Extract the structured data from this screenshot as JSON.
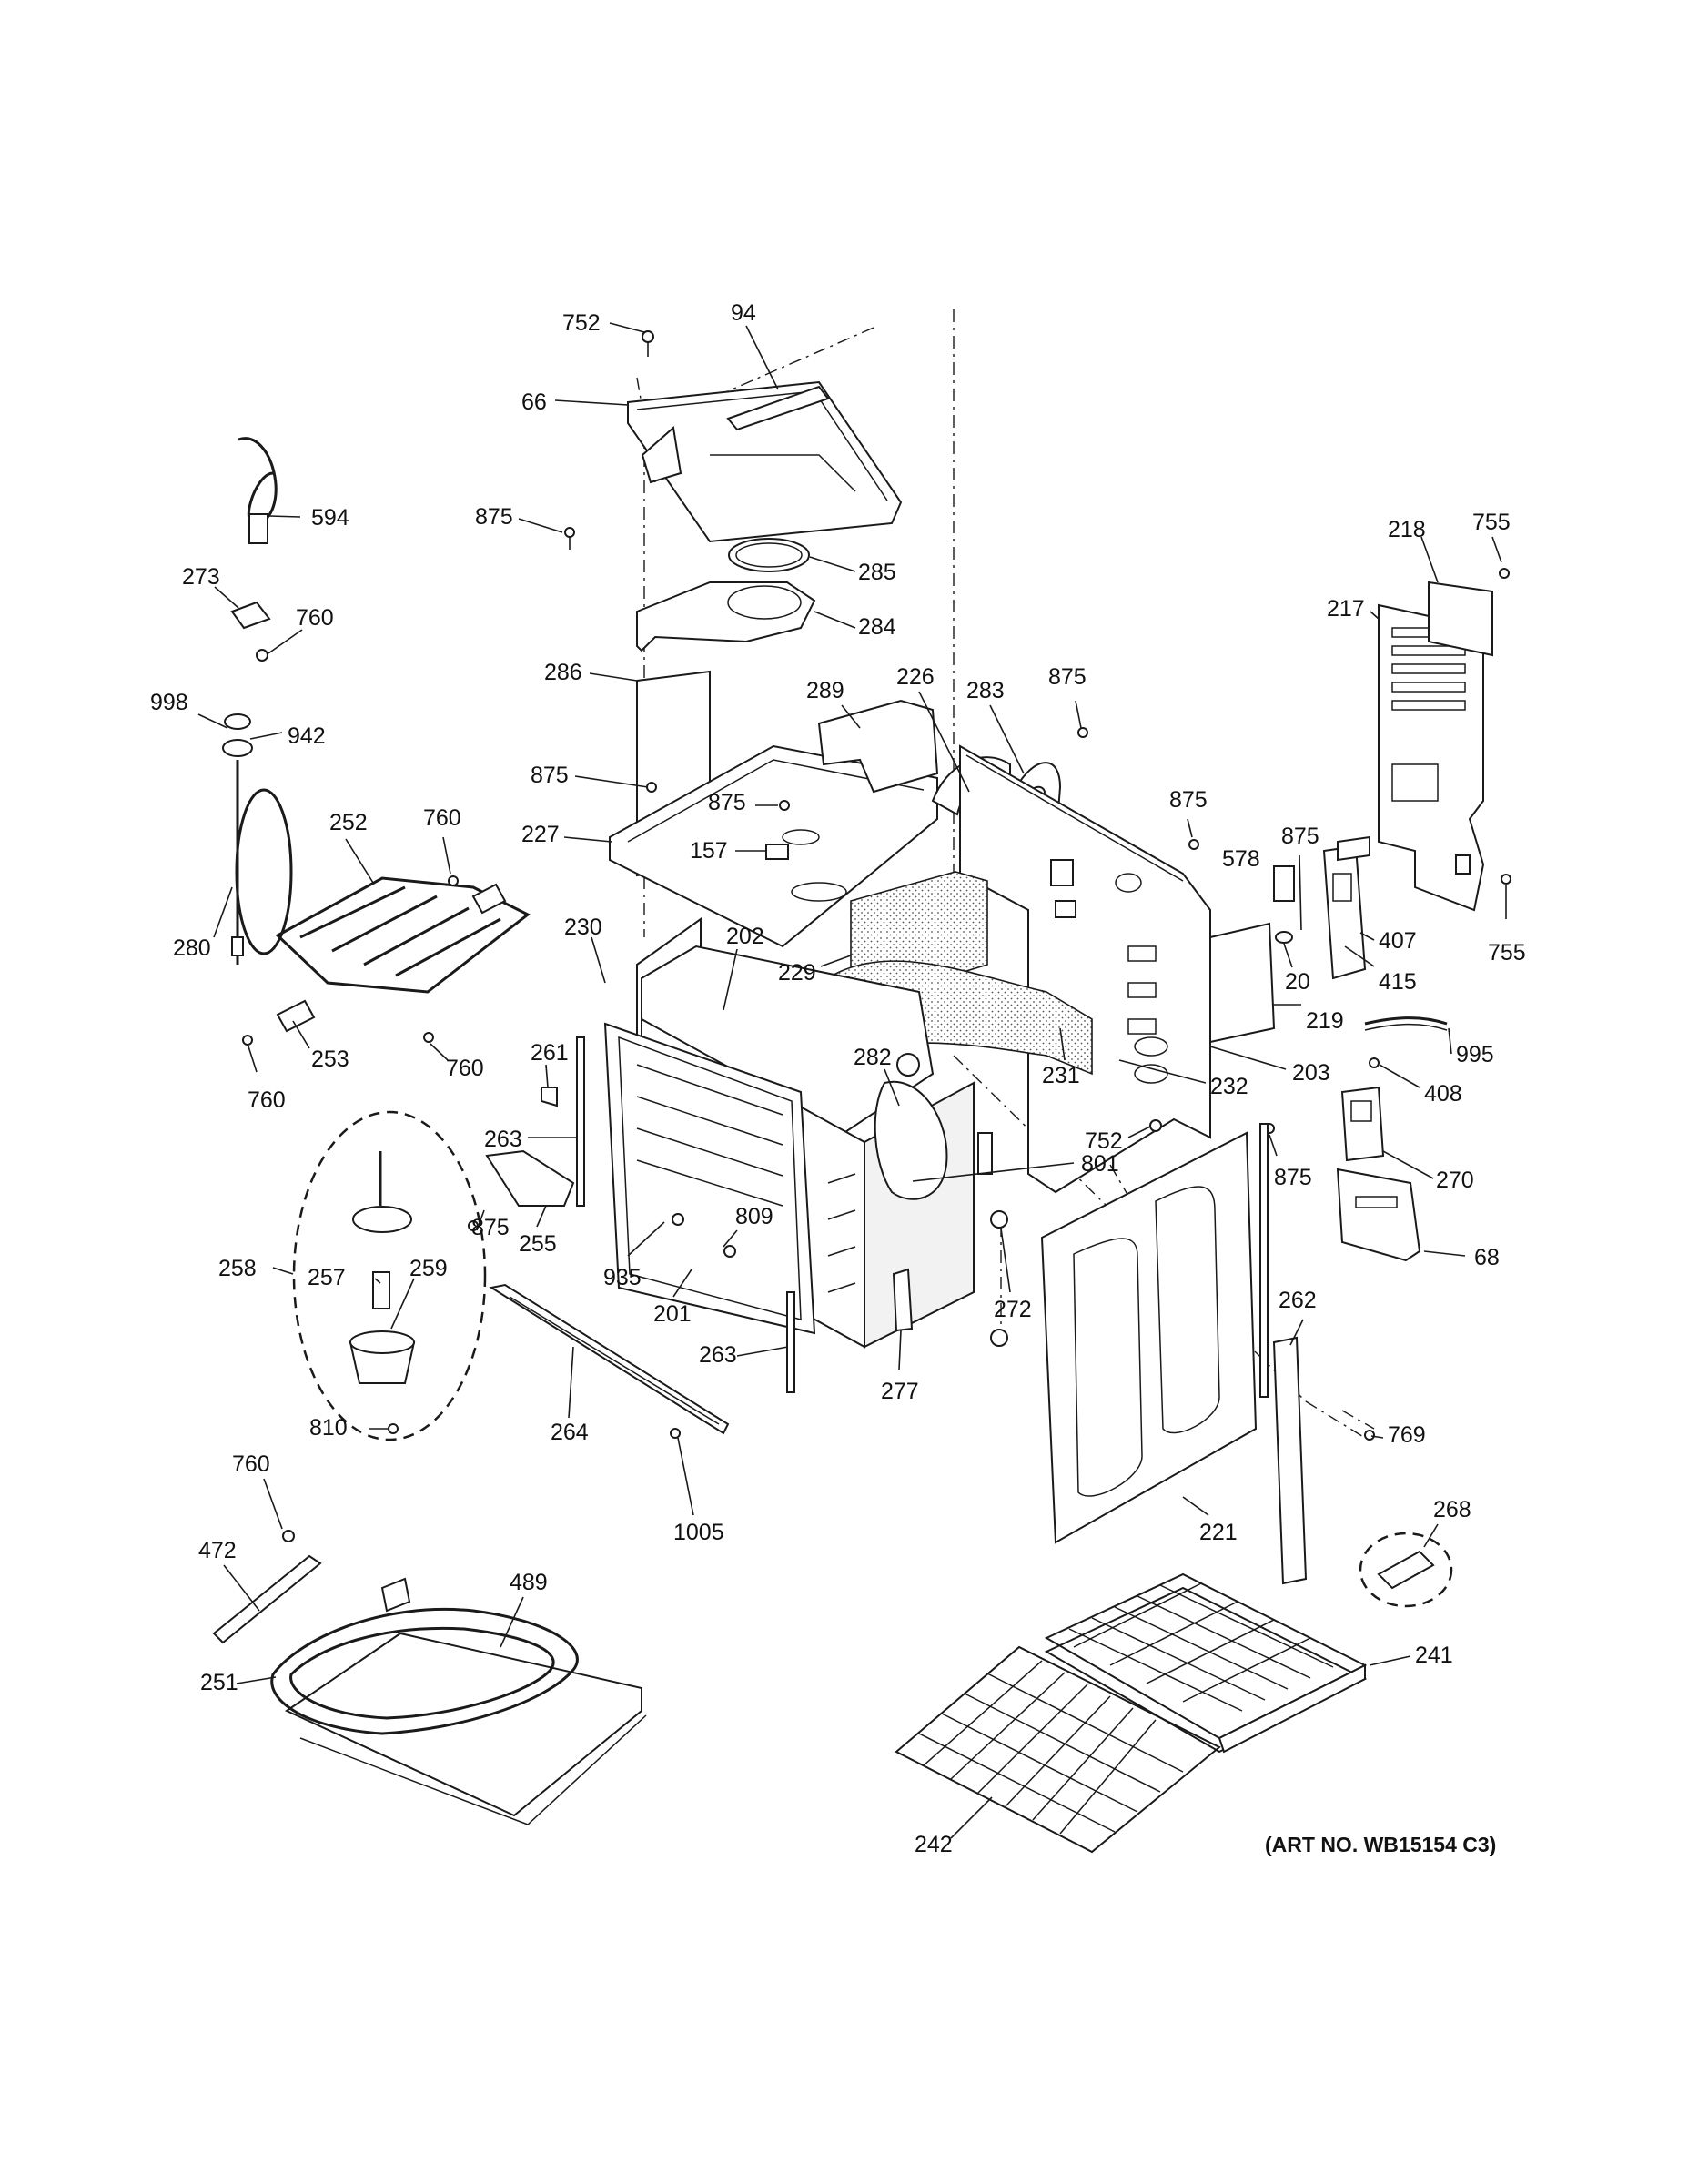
{
  "art_number": "(ART NO. WB15154 C3)",
  "callouts": [
    {
      "id": "c752a",
      "text": "752"
    },
    {
      "id": "c94",
      "text": "94"
    },
    {
      "id": "c66",
      "text": "66"
    },
    {
      "id": "c875a",
      "text": "875"
    },
    {
      "id": "c285",
      "text": "285"
    },
    {
      "id": "c284",
      "text": "284"
    },
    {
      "id": "c286",
      "text": "286"
    },
    {
      "id": "c289",
      "text": "289"
    },
    {
      "id": "c226",
      "text": "226"
    },
    {
      "id": "c283",
      "text": "283"
    },
    {
      "id": "c875b",
      "text": "875"
    },
    {
      "id": "c875c",
      "text": "875"
    },
    {
      "id": "c875d",
      "text": "875"
    },
    {
      "id": "c227",
      "text": "227"
    },
    {
      "id": "c157",
      "text": "157"
    },
    {
      "id": "c875e",
      "text": "875"
    },
    {
      "id": "c875f",
      "text": "875"
    },
    {
      "id": "c578",
      "text": "578"
    },
    {
      "id": "c594",
      "text": "594"
    },
    {
      "id": "c273",
      "text": "273"
    },
    {
      "id": "c760a",
      "text": "760"
    },
    {
      "id": "c998",
      "text": "998"
    },
    {
      "id": "c942",
      "text": "942"
    },
    {
      "id": "c252",
      "text": "252"
    },
    {
      "id": "c760b",
      "text": "760"
    },
    {
      "id": "c280",
      "text": "280"
    },
    {
      "id": "c253",
      "text": "253"
    },
    {
      "id": "c760c",
      "text": "760"
    },
    {
      "id": "c760d",
      "text": "760"
    },
    {
      "id": "c230",
      "text": "230"
    },
    {
      "id": "c202",
      "text": "202"
    },
    {
      "id": "c229",
      "text": "229"
    },
    {
      "id": "c261",
      "text": "261"
    },
    {
      "id": "c218",
      "text": "218"
    },
    {
      "id": "c755a",
      "text": "755"
    },
    {
      "id": "c217",
      "text": "217"
    },
    {
      "id": "c407",
      "text": "407"
    },
    {
      "id": "c755b",
      "text": "755"
    },
    {
      "id": "c20",
      "text": "20"
    },
    {
      "id": "c415",
      "text": "415"
    },
    {
      "id": "c219",
      "text": "219"
    },
    {
      "id": "c203",
      "text": "203"
    },
    {
      "id": "c231",
      "text": "231"
    },
    {
      "id": "c232",
      "text": "232"
    },
    {
      "id": "c282",
      "text": "282"
    },
    {
      "id": "c995",
      "text": "995"
    },
    {
      "id": "c408",
      "text": "408"
    },
    {
      "id": "c752b",
      "text": "752"
    },
    {
      "id": "c263a",
      "text": "263"
    },
    {
      "id": "c801",
      "text": "801"
    },
    {
      "id": "c875g",
      "text": "875"
    },
    {
      "id": "c270",
      "text": "270"
    },
    {
      "id": "c809",
      "text": "809"
    },
    {
      "id": "c875h",
      "text": "875"
    },
    {
      "id": "c255",
      "text": "255"
    },
    {
      "id": "c68",
      "text": "68"
    },
    {
      "id": "c258",
      "text": "258"
    },
    {
      "id": "c257",
      "text": "257"
    },
    {
      "id": "c259",
      "text": "259"
    },
    {
      "id": "c935",
      "text": "935"
    },
    {
      "id": "c201",
      "text": "201"
    },
    {
      "id": "c272",
      "text": "272"
    },
    {
      "id": "c262",
      "text": "262"
    },
    {
      "id": "c263b",
      "text": "263"
    },
    {
      "id": "c277",
      "text": "277"
    },
    {
      "id": "c810",
      "text": "810"
    },
    {
      "id": "c264",
      "text": "264"
    },
    {
      "id": "c769",
      "text": "769"
    },
    {
      "id": "c1005",
      "text": "1005"
    },
    {
      "id": "c760e",
      "text": "760"
    },
    {
      "id": "c268",
      "text": "268"
    },
    {
      "id": "c221",
      "text": "221"
    },
    {
      "id": "c472",
      "text": "472"
    },
    {
      "id": "c489",
      "text": "489"
    },
    {
      "id": "c251",
      "text": "251"
    },
    {
      "id": "c241",
      "text": "241"
    },
    {
      "id": "c242",
      "text": "242"
    }
  ]
}
